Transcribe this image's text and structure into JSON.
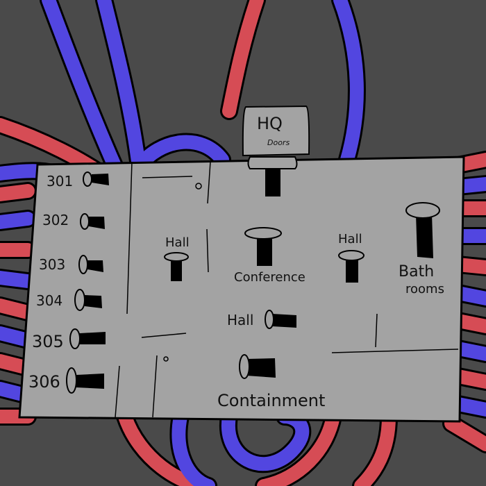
{
  "colors": {
    "background": "#4a4a4a",
    "panel": "#a3a3a3",
    "wire_red": "#d64c55",
    "wire_blue": "#5246e0"
  },
  "hq": {
    "title": "HQ",
    "subtitle": "Doors"
  },
  "rooms": [
    {
      "label": "301"
    },
    {
      "label": "302"
    },
    {
      "label": "303"
    },
    {
      "label": "304"
    },
    {
      "label": "305"
    },
    {
      "label": "306"
    }
  ],
  "areas": {
    "hall_left": "Hall",
    "conference": "Conference",
    "hall_right": "Hall",
    "bathrooms_line1": "Bath",
    "bathrooms_line2": "rooms",
    "hall_center": "Hall",
    "containment": "Containment"
  }
}
